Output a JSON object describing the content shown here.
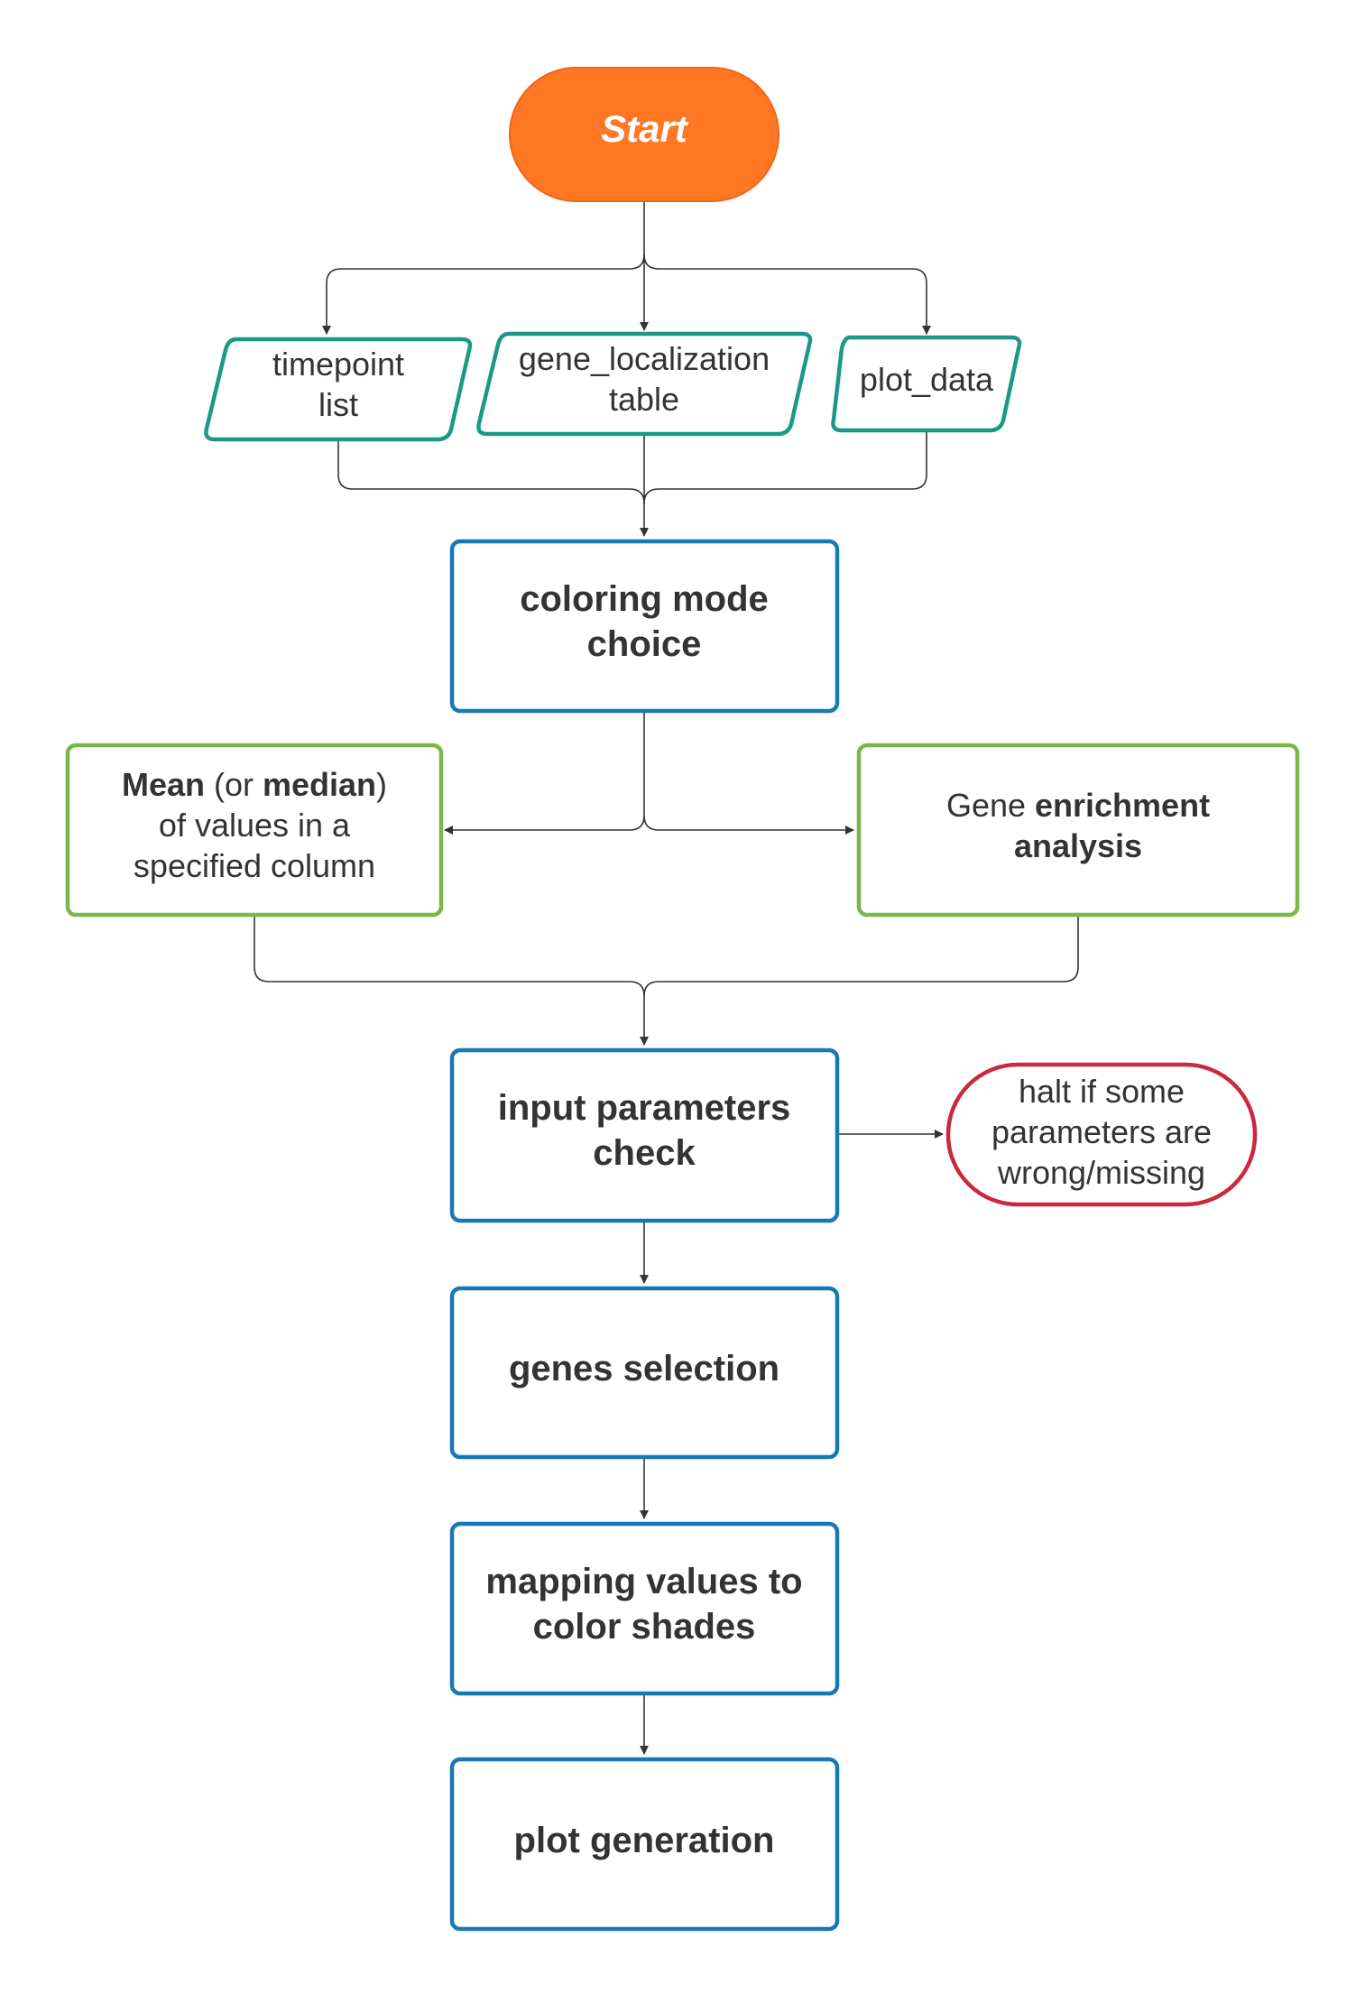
{
  "colors": {
    "start_fill": "#FF7722",
    "input_border": "#1A9A85",
    "process_border": "#1878B4",
    "mode_border": "#7AB648",
    "halt_border": "#C9283D",
    "connector": "#333333"
  },
  "nodes": {
    "start": {
      "label": "Start"
    },
    "timepoint_list": {
      "line1": "timepoint",
      "line2": "list"
    },
    "gene_localization": {
      "line1": "gene_localization",
      "line2": "table"
    },
    "plot_data": {
      "label": "plot_data"
    },
    "coloring_mode": {
      "line1": "coloring mode",
      "line2": "choice"
    },
    "mean_median": {
      "l1_bold_a": "Mean",
      "l1_normal": " (or ",
      "l1_bold_b": "median",
      "l1_close": ")",
      "line2": "of values in a",
      "line3": "specified column"
    },
    "gene_enrichment": {
      "l1_normal": "Gene ",
      "l1_bold": "enrichment",
      "line2": "analysis"
    },
    "input_check": {
      "line1": "input parameters",
      "line2": "check"
    },
    "halt": {
      "line1": "halt if some",
      "line2": "parameters are",
      "line3": "wrong/missing"
    },
    "genes_selection": {
      "label": "genes selection"
    },
    "mapping": {
      "line1": "mapping values to",
      "line2": "color shades"
    },
    "plot_generation": {
      "label": "plot generation"
    }
  }
}
